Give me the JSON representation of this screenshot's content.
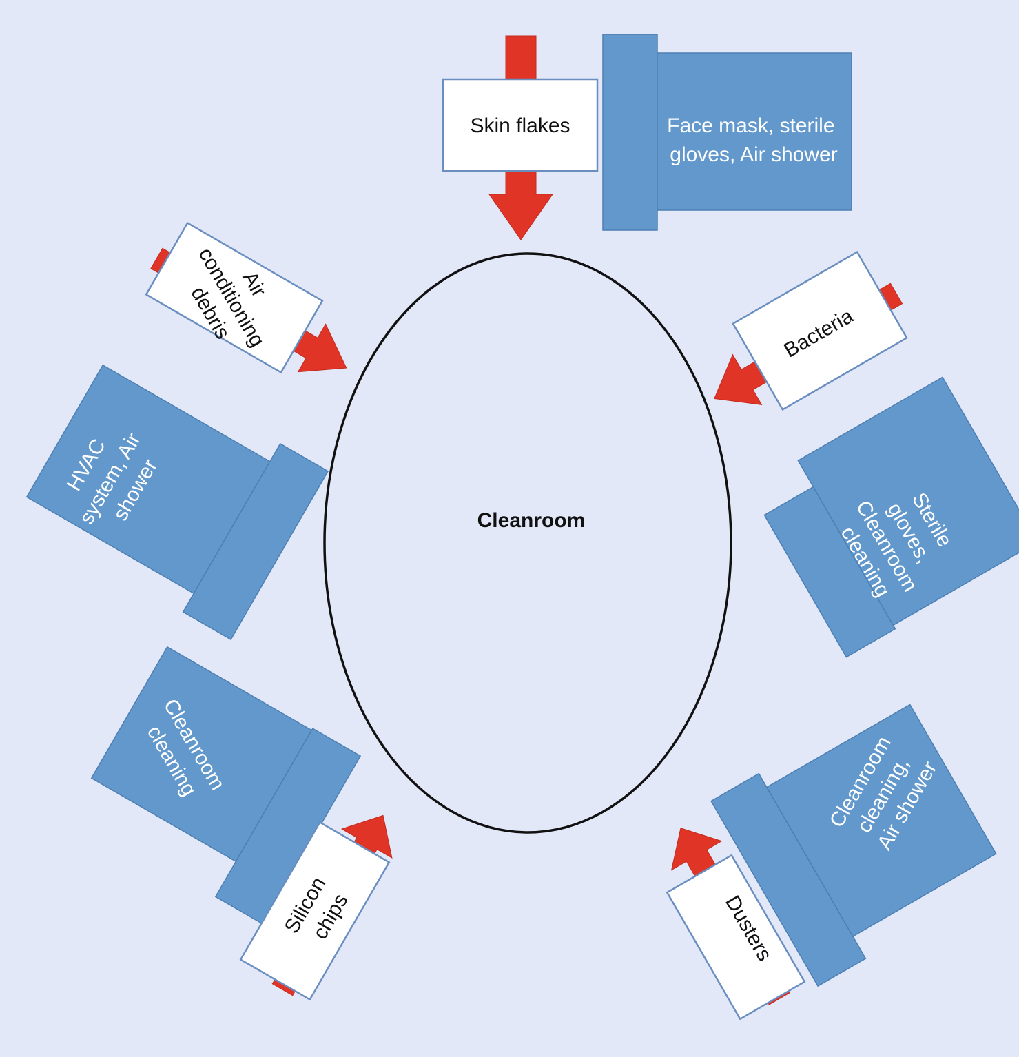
{
  "center": {
    "label": "Cleanroom"
  },
  "groups": [
    {
      "id": "top",
      "contaminant": "Skin flakes",
      "control": [
        "Face mask, sterile",
        "gloves, Air shower"
      ]
    },
    {
      "id": "upper-left",
      "contaminant": [
        "Air",
        "conditioning",
        "debris"
      ],
      "control": [
        "HVAC",
        "system, Air",
        "shower"
      ]
    },
    {
      "id": "upper-right",
      "contaminant": "Bacteria",
      "control": [
        "Sterile",
        "gloves,",
        "Cleanroom",
        "cleaning"
      ]
    },
    {
      "id": "lower-left",
      "contaminant": [
        "Silicon",
        "chips"
      ],
      "control": [
        "Cleanroom",
        "cleaning"
      ]
    },
    {
      "id": "lower-right",
      "contaminant": "Dusters",
      "control": [
        "Cleanroom",
        "cleaning,",
        "Air shower"
      ]
    }
  ],
  "colors": {
    "background": "#e3e8f8",
    "control_fill": "#6298cb",
    "control_stroke": "#4c7fb3",
    "arrow": "#e03526",
    "label_box_stroke": "#6a8ec0"
  }
}
